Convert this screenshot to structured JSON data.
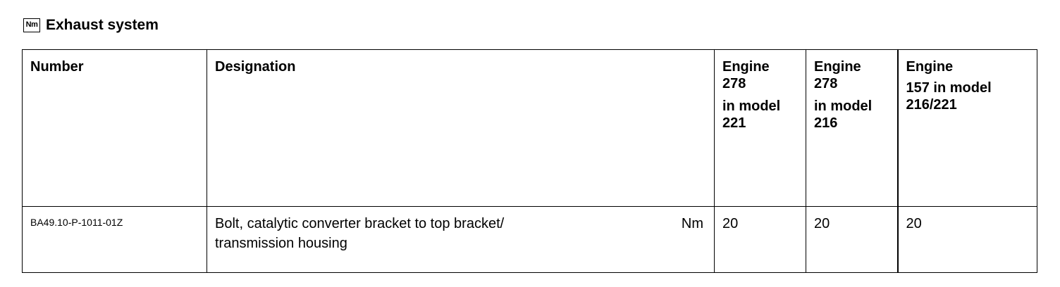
{
  "section": {
    "icon": "nm-icon",
    "icon_label": "Nm",
    "title": "Exhaust system"
  },
  "table": {
    "headers": {
      "number": "Number",
      "designation": "Designation",
      "col1": {
        "line1": "Engine",
        "line2": "278",
        "line3": "in model",
        "line4": "221"
      },
      "col2": {
        "line1": "Engine",
        "line2": "278",
        "line3": "in model",
        "line4": "216"
      },
      "col3": {
        "line1": "Engine",
        "line2": "157 in model",
        "line3": "216/221"
      }
    },
    "rows": [
      {
        "number": "BA49.10-P-1011-01Z",
        "designation": "Bolt, catalytic converter bracket to top bracket/ transmission housing",
        "unit": "Nm",
        "col1": "20",
        "col2": "20",
        "col3": "20"
      }
    ]
  }
}
